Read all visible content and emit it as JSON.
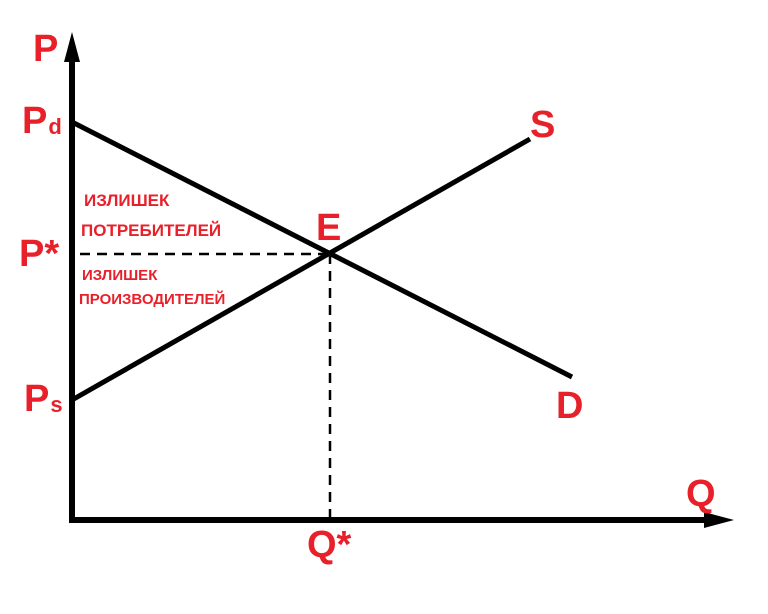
{
  "axes": {
    "y_label": "P",
    "x_label": "Q"
  },
  "price_labels": {
    "pd_main": "P",
    "pd_sub": "d",
    "p_star": "P*",
    "ps_main": "P",
    "ps_sub": "s"
  },
  "quantity_labels": {
    "q_star": "Q*"
  },
  "curves": {
    "supply": "S",
    "demand": "D",
    "equilibrium": "E"
  },
  "areas": {
    "consumer_line1": "ИЗЛИШЕК",
    "consumer_line2": "ПОТРЕБИТЕЛЕЙ",
    "producer_line1": "ИЗЛИШЕК",
    "producer_line2": "ПРОИЗВОДИТЕЛЕЙ"
  },
  "colors": {
    "lines": "#000000",
    "labels": "#e8202a"
  }
}
